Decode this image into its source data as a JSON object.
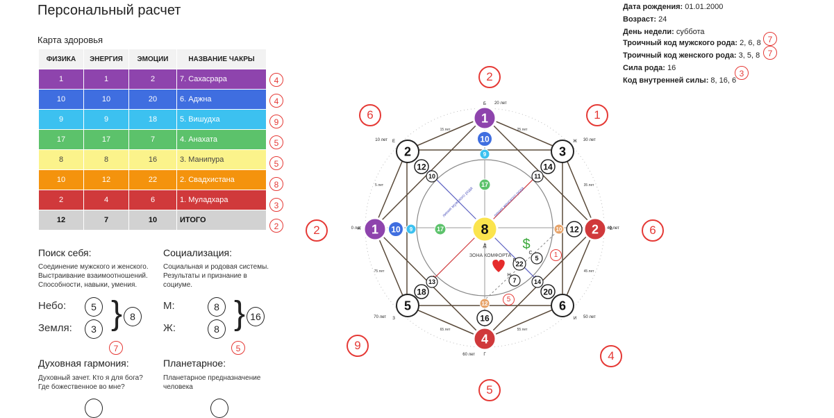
{
  "page_title": "Персональный расчет",
  "health_title": "Карта здоровья",
  "health_headers": [
    "ФИЗИКА",
    "ЭНЕРГИЯ",
    "ЭМОЦИИ",
    "НАЗВАНИЕ ЧАКРЫ"
  ],
  "health_rows": [
    {
      "f": "1",
      "e": "1",
      "m": "2",
      "name": "7. Сахасрара",
      "color": "#8e44ad",
      "mark": "4"
    },
    {
      "f": "10",
      "e": "10",
      "m": "20",
      "name": "6. Аджна",
      "color": "#3f6ee0",
      "mark": "4"
    },
    {
      "f": "9",
      "e": "9",
      "m": "18",
      "name": "5. Вишудха",
      "color": "#3cc1f0",
      "mark": "9"
    },
    {
      "f": "17",
      "e": "17",
      "m": "7",
      "name": "4. Анахата",
      "color": "#5cc26b",
      "mark": "5"
    },
    {
      "f": "8",
      "e": "8",
      "m": "16",
      "name": "3. Манипура",
      "color": "#fbf38b",
      "mark": "5"
    },
    {
      "f": "10",
      "e": "12",
      "m": "22",
      "name": "2. Свадхистана",
      "color": "#f4930d",
      "mark": "8"
    },
    {
      "f": "2",
      "e": "4",
      "m": "6",
      "name": "1. Муладхара",
      "color": "#d0393b",
      "mark": "3"
    }
  ],
  "health_total": {
    "f": "12",
    "e": "7",
    "m": "10",
    "name": "ИТОГО",
    "mark": "2"
  },
  "search": {
    "title": "Поиск себя:",
    "text": "Соединение мужского и женского. Выстраивание взаимоотношений. Способности, навыки, умения.",
    "sky_label": "Небо:",
    "sky": "5",
    "earth_label": "Земля:",
    "earth": "3",
    "sum": "8",
    "mark": "7"
  },
  "social": {
    "title": "Социализация:",
    "text": "Социальная и родовая системы. Результаты и признание в социуме.",
    "m_label": "М:",
    "m": "8",
    "w_label": "Ж:",
    "w": "8",
    "sum": "16",
    "mark": "5"
  },
  "spirit": {
    "title": "Духовная гармония:",
    "text": "Духовный зачет. Кто я для бога? Где божественное во мне?"
  },
  "planet": {
    "title": "Планетарное:",
    "text": "Планетарное предназначение человека"
  },
  "info": {
    "birth_label": "Дата рождения:",
    "birth": "01.01.2000",
    "age_label": "Возраст:",
    "age": "24",
    "dow_label": "День недели:",
    "dow": "суббота",
    "male_label": "Троичный код мужского рода:",
    "male": "2, 6, 8",
    "male_mark": "7",
    "female_label": "Троичный код женского рода:",
    "female": "3, 5, 8",
    "female_mark": "7",
    "power_label": "Сила рода:",
    "power": "16",
    "inner_label": "Код внутренней силы:",
    "inner": "8, 16, 6",
    "inner_mark": "3"
  },
  "matrix": {
    "center": "8",
    "center_letter": "Д",
    "comfort": "ЗОНА КОМФОРТА",
    "dollar": "$",
    "left": "1",
    "top": "1",
    "right": "2",
    "bottom": "4",
    "tl": "2",
    "tr": "3",
    "bl": "5",
    "br": "6",
    "inner_left": [
      "10",
      "9",
      "17"
    ],
    "inner_top": [
      "10",
      "9",
      "17"
    ],
    "inner_right": [
      "10",
      "12"
    ],
    "inner_bottom": [
      "12",
      "16"
    ],
    "diag": {
      "tl_a": "12",
      "tl_b": "10",
      "tr_a": "14",
      "tr_b": "11",
      "bl_a": "18",
      "bl_b": "13",
      "br_a": "20",
      "br_b": "14"
    },
    "money": [
      "22",
      "5",
      "7"
    ],
    "money_letters": [
      "П",
      "С",
      "Н"
    ],
    "ages": {
      "top": "20 лет",
      "right": "40 лет",
      "bottom": "60 лет",
      "left": "0 лет",
      "tr": "30 лет",
      "br": "50 лет",
      "bl": "70 лет",
      "tl": "10 лет"
    },
    "age_marks": [
      "15 лет",
      "25 лет",
      "35 лет",
      "45 лет",
      "55 лет",
      "65 лет",
      "75 лет",
      "5 лет"
    ],
    "letters": {
      "top": "Б",
      "right": "В",
      "bottom": "Г",
      "left": "А",
      "tr": "Ж",
      "br": "И",
      "bl": "З",
      "tl": "Е"
    },
    "line_labels": [
      "линия мужского рода",
      "линия женского рода"
    ],
    "outer_marks": {
      "top": "2",
      "top_right": "1",
      "right": "6",
      "bottom_right": "4",
      "bottom": "5",
      "bottom_left": "9",
      "left": "2",
      "top_left": "6",
      "money": "1",
      "money2": "5"
    }
  },
  "colors": {
    "sahasrara": "#8e44ad",
    "ajna": "#3f6ee0",
    "vishuddha": "#3cc1f0",
    "anahata": "#5cc26b",
    "manipura": "#fbe44d",
    "svadhisthana": "#f4930d",
    "muladhara": "#d0393b",
    "annotation": "#e53935"
  }
}
